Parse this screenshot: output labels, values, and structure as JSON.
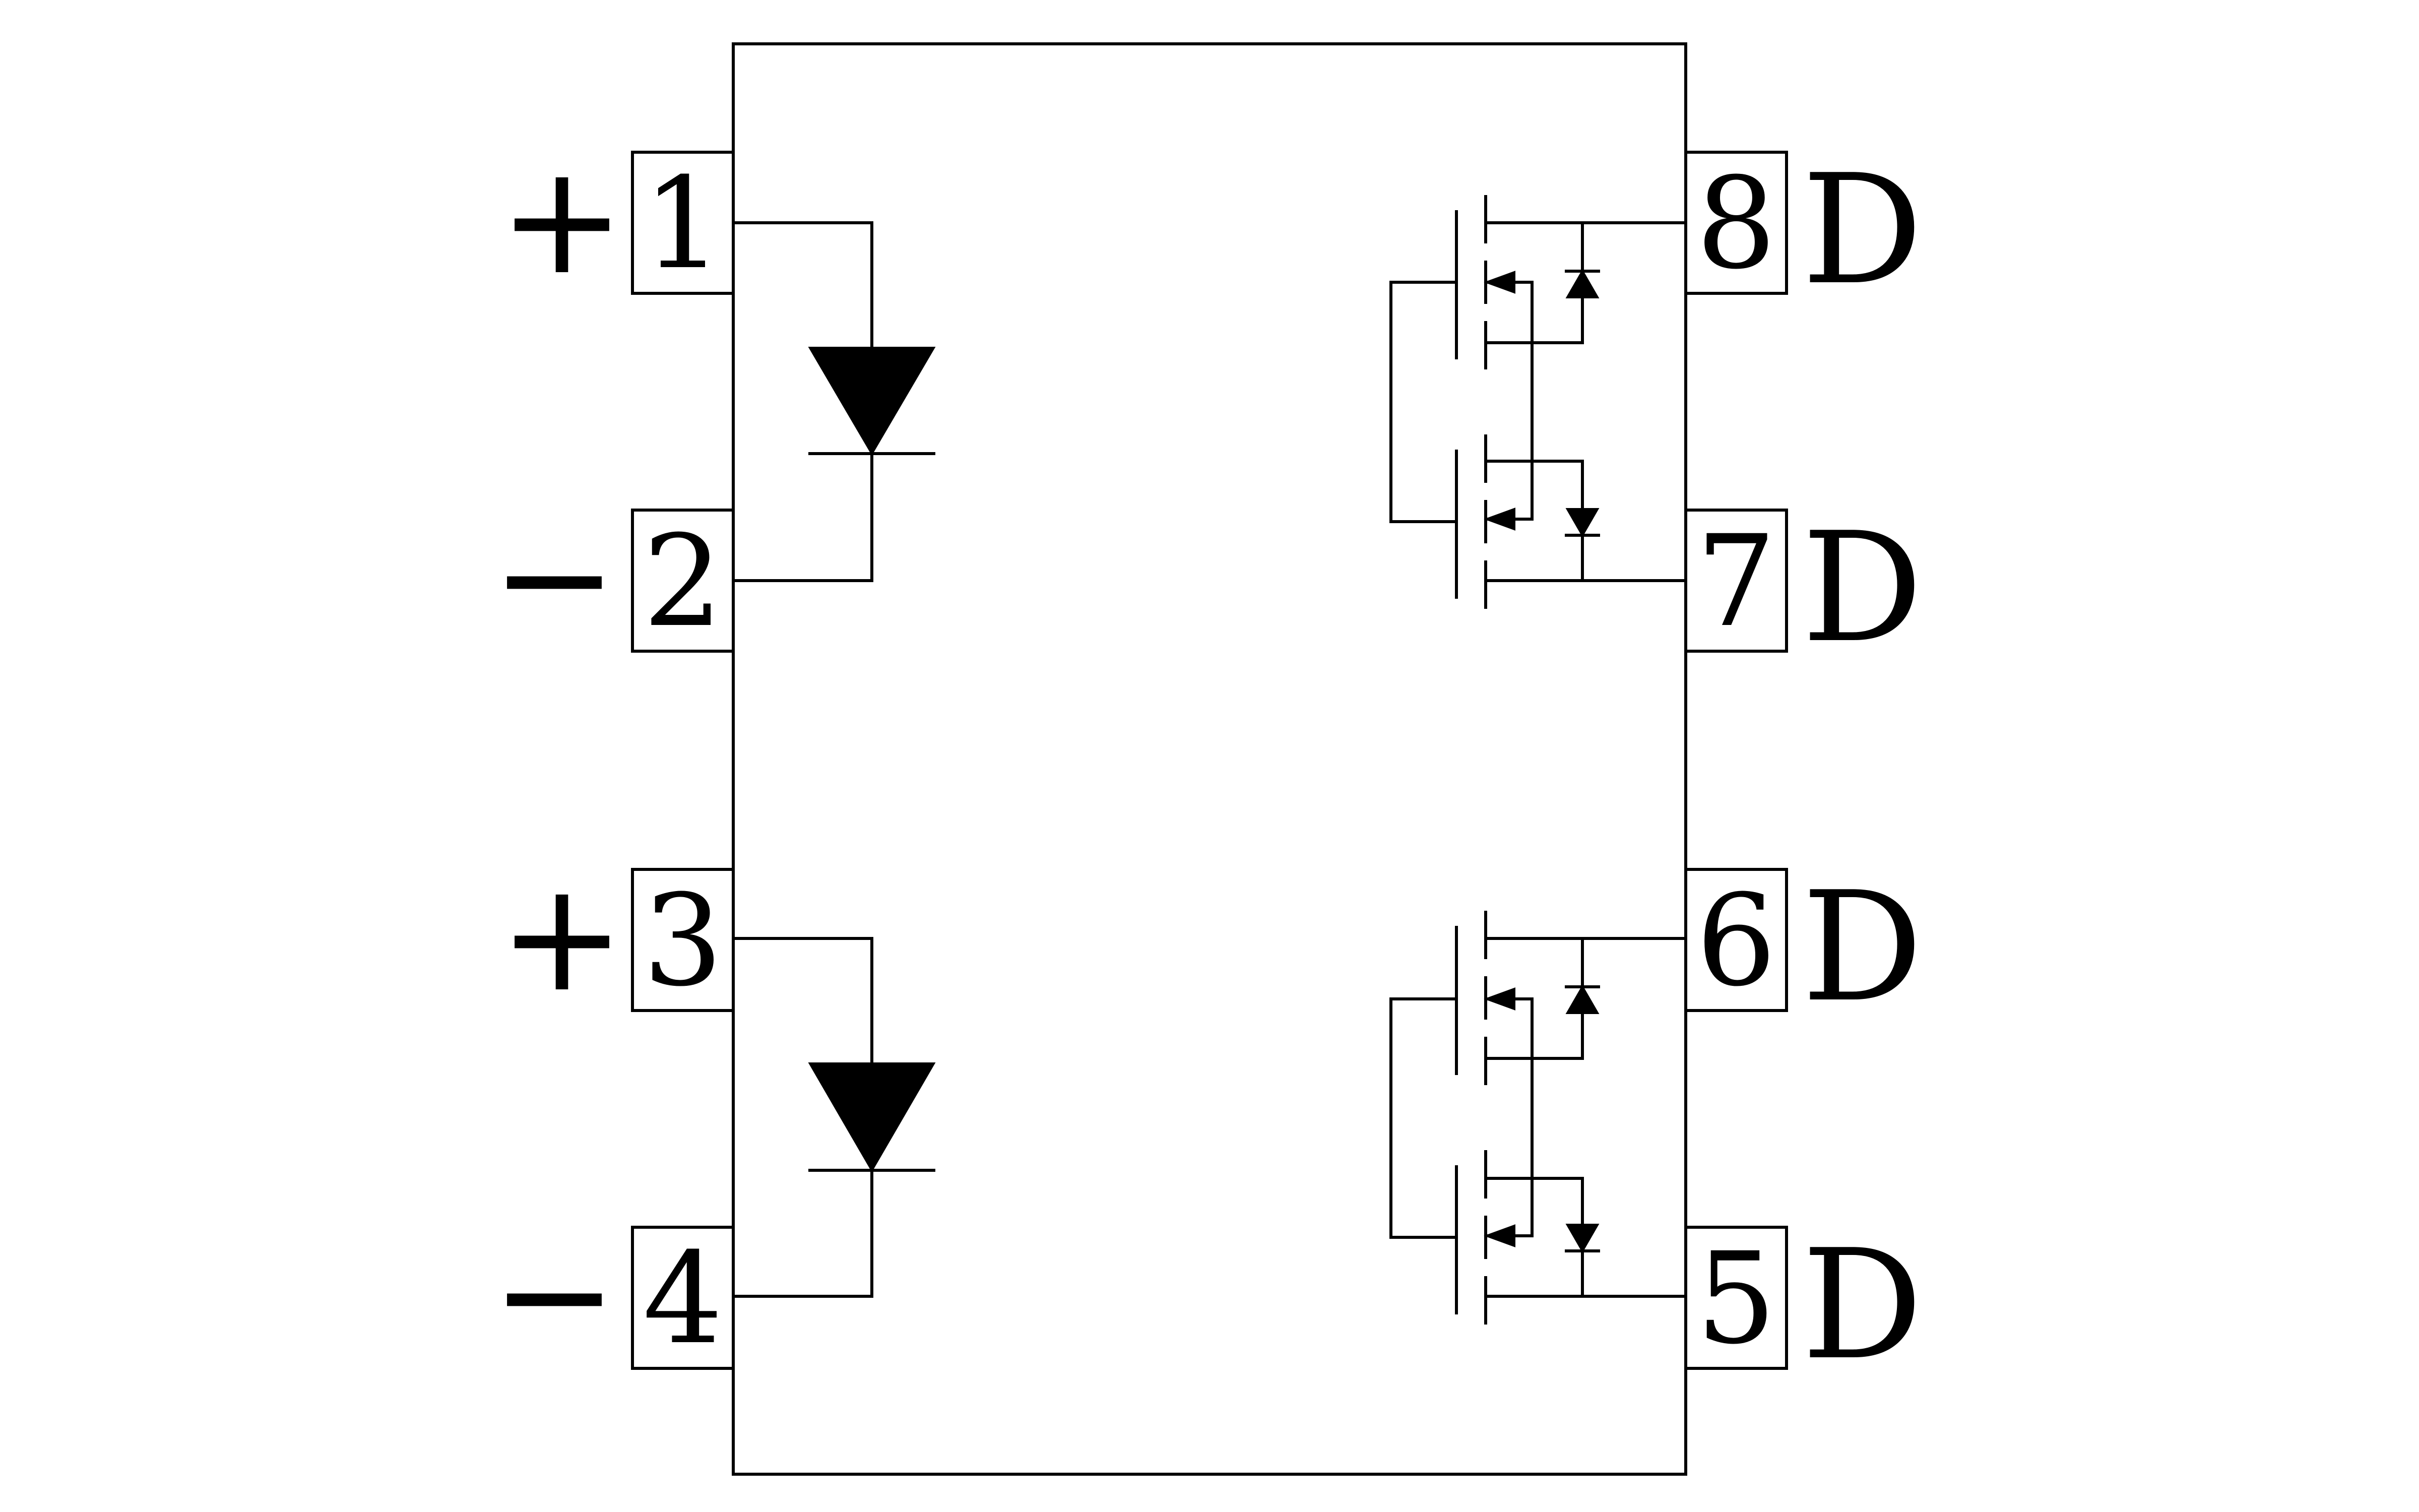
{
  "pins": [
    {
      "number": "1",
      "label": "+"
    },
    {
      "number": "2",
      "label": "−"
    },
    {
      "number": "3",
      "label": "+"
    },
    {
      "number": "4",
      "label": "−"
    },
    {
      "number": "5",
      "label": "D"
    },
    {
      "number": "6",
      "label": "D"
    },
    {
      "number": "7",
      "label": "D"
    },
    {
      "number": "8",
      "label": "D"
    }
  ]
}
